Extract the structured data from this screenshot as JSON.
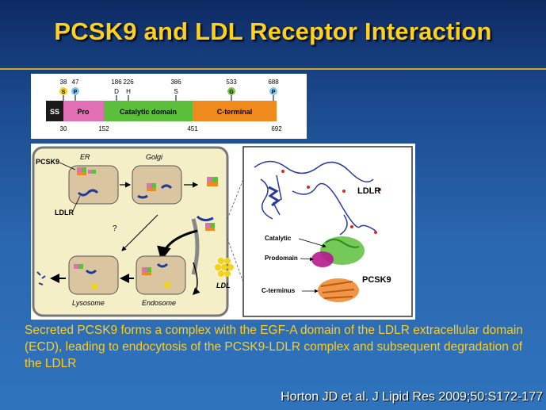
{
  "slide": {
    "title": "PCSK9 and LDL Receptor Interaction",
    "caption": "Secreted PCSK9 forms a complex with the EGF-A domain of the LDLR extracellular domain (ECD), leading to endocytosis  of the PCSK9-LDLR  complex and subsequent degradation  of the LDLR",
    "citation": "Horton JD et al. J Lipid Res 2009;50:S172-177"
  },
  "domain_map": {
    "markers": [
      {
        "pos": "38",
        "res": "S",
        "color": "#f2d21a"
      },
      {
        "pos": "47",
        "res": "P",
        "color": "#7cc6ea"
      },
      {
        "pos": "186",
        "res": "D",
        "color": ""
      },
      {
        "pos": "226",
        "res": "H",
        "color": ""
      },
      {
        "pos": "386",
        "res": "S",
        "color": ""
      },
      {
        "pos": "533",
        "res": "G",
        "color": "#7cc34a"
      },
      {
        "pos": "688",
        "res": "P",
        "color": "#7cc6ea"
      }
    ],
    "segments": [
      {
        "label": "SS",
        "color": "#1a1a1a"
      },
      {
        "label": "Pro",
        "color": "#e06fb6"
      },
      {
        "label": "Catalytic domain",
        "color": "#5cbf3c"
      },
      {
        "label": "C-terminal",
        "color": "#f08a1c"
      }
    ],
    "boundaries": [
      "30",
      "152",
      "451",
      "692"
    ]
  },
  "pathway": {
    "compartments": [
      "ER",
      "Golgi",
      "Lysosome",
      "Endosome"
    ],
    "labels": {
      "pcsk9": "PCSK9",
      "ldlr": "LDLR",
      "ldl": "LDL",
      "question": "?"
    }
  },
  "structure": {
    "labels": {
      "ldlr": "LDLR",
      "catalytic": "Catalytic",
      "prodomain": "Prodomain",
      "pcsk9": "PCSK9",
      "cterminus": "C-terminus"
    }
  }
}
